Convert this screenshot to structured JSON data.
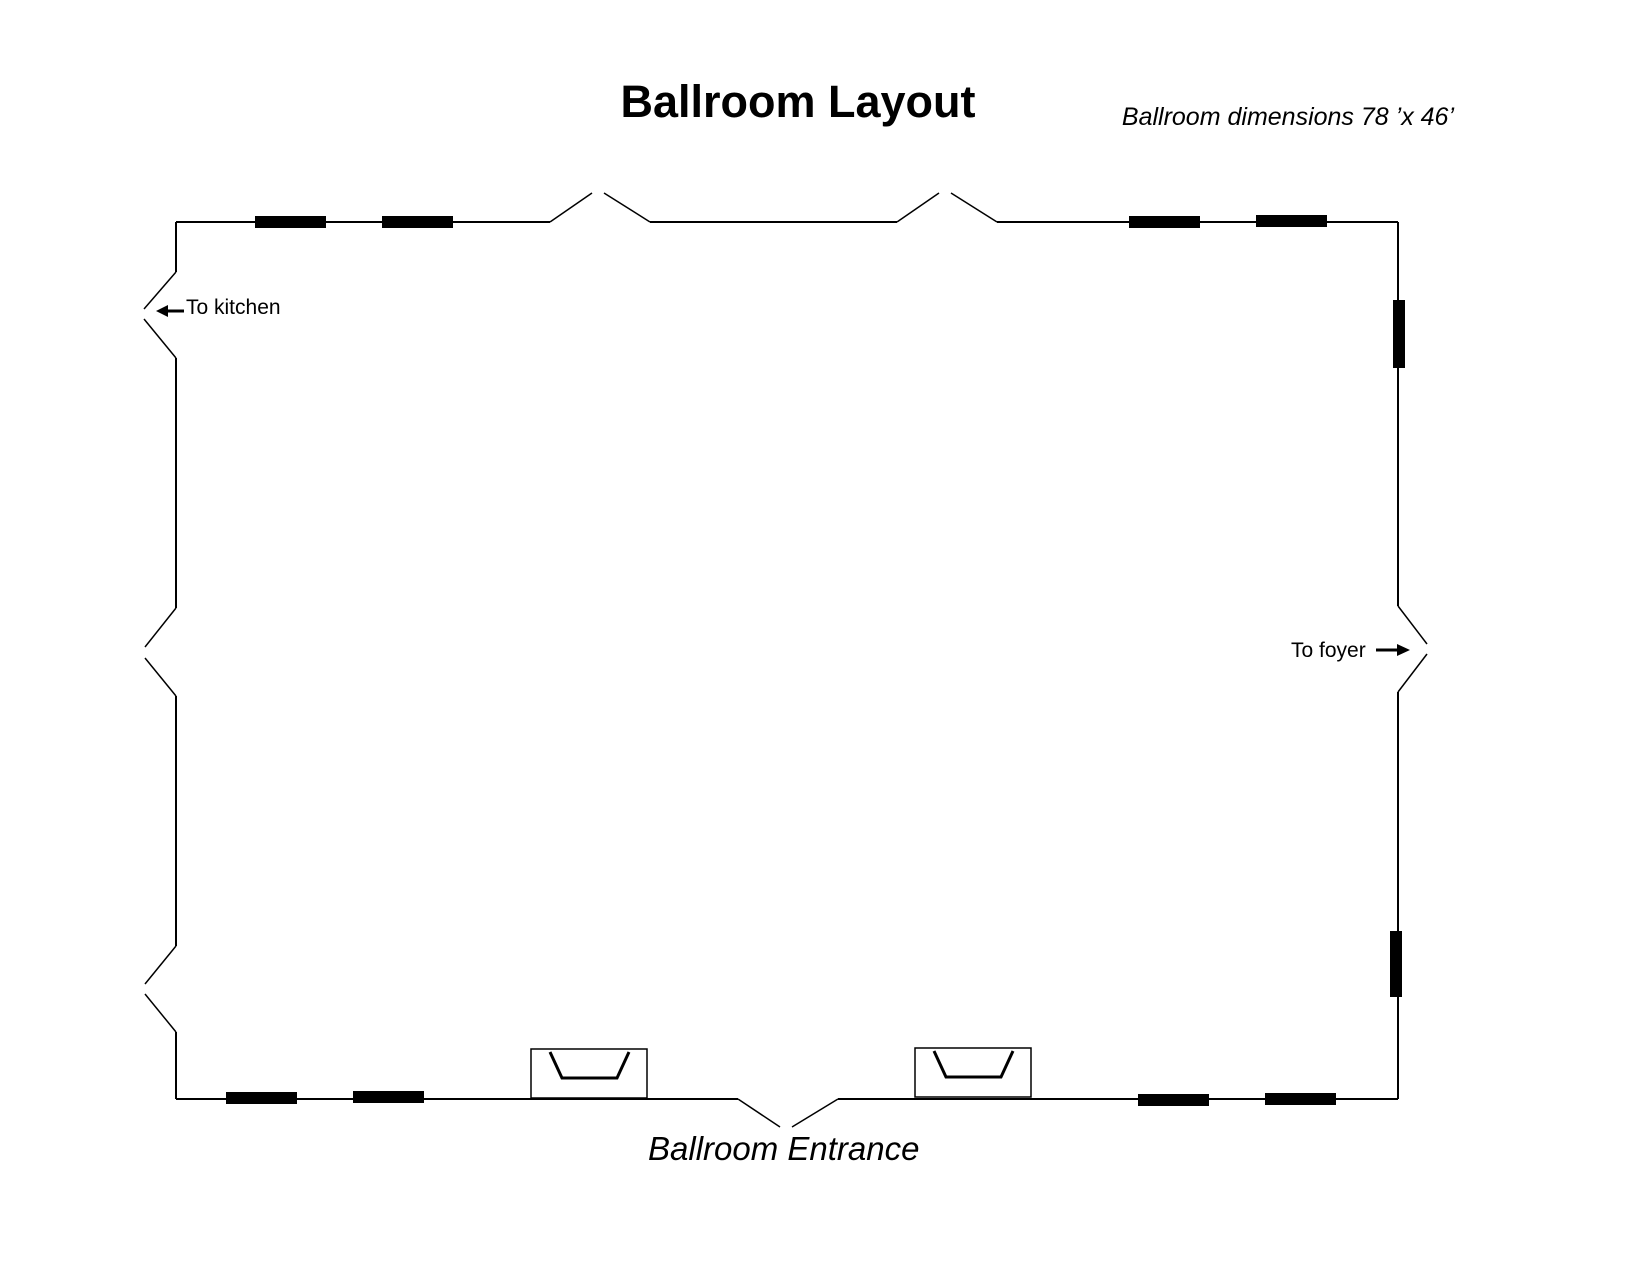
{
  "title": "Ballroom Layout",
  "dimensions_note": "Ballroom dimensions 78 ’x 46’",
  "labels": {
    "kitchen": "To kitchen",
    "foyer": "To foyer",
    "entrance": "Ballroom Entrance"
  },
  "icons": {
    "kitchen_arrow": "arrow-left-icon",
    "foyer_arrow": "arrow-right-icon",
    "door": "double-door-icon",
    "window": "window-icon",
    "bar": "bar-counter-icon"
  },
  "colors": {
    "line": "#000000",
    "background": "#ffffff"
  }
}
